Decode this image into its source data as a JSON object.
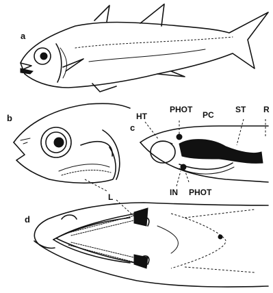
{
  "panels": {
    "a": "a",
    "b": "b",
    "c": "c",
    "d": "d"
  },
  "labels": {
    "ht": "HT",
    "phot_top": "PHOT",
    "pc": "PC",
    "st": "ST",
    "r": "R",
    "in": "IN",
    "phot_bottom": "PHOT",
    "l": "L"
  }
}
